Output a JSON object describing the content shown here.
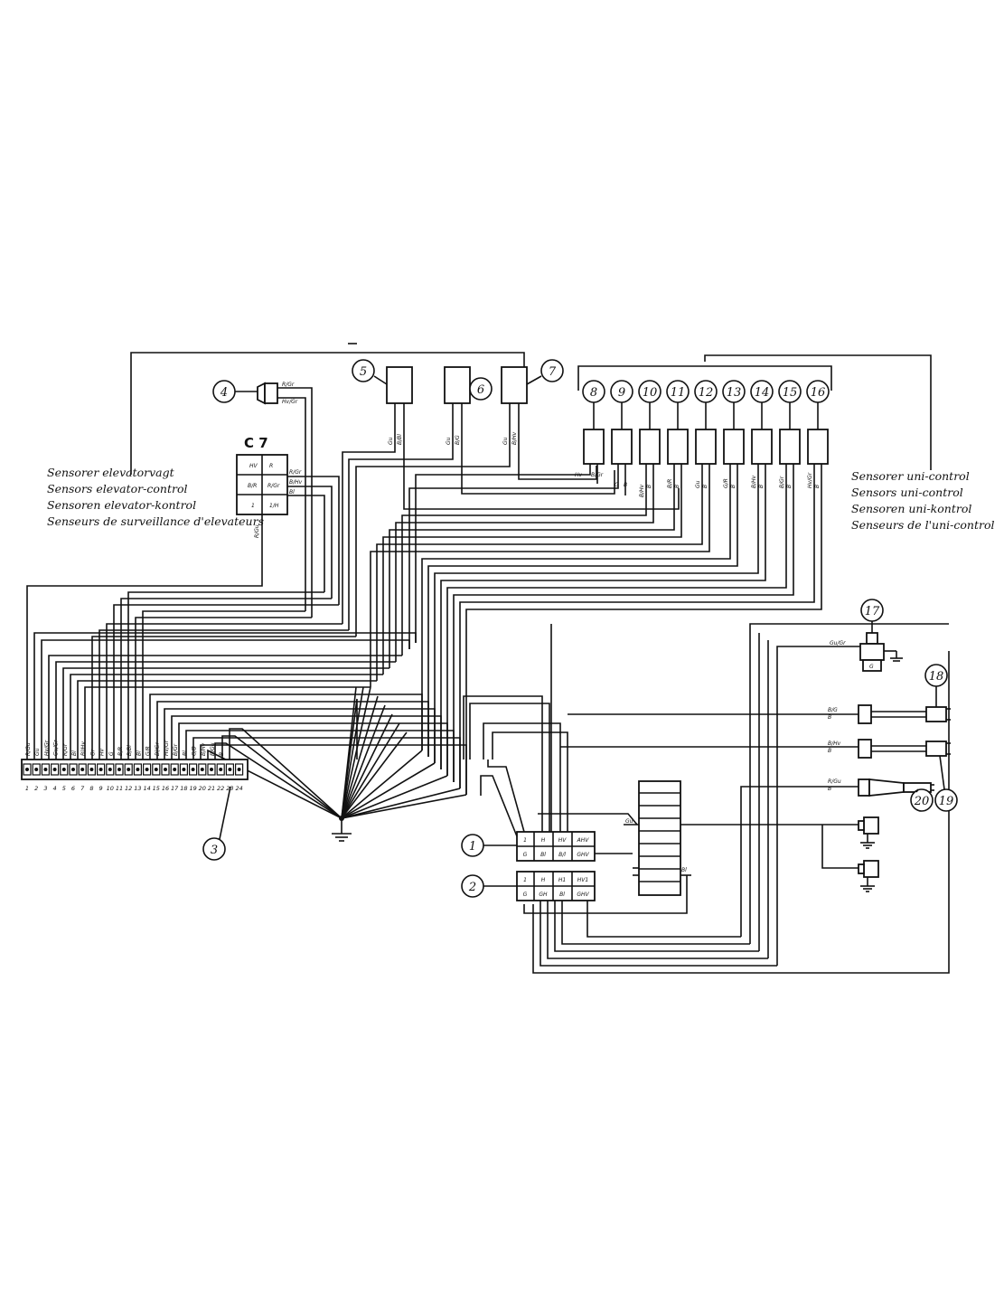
{
  "legend_left": [
    "Sensorer elevatorvagt",
    "Sensors elevator-control",
    "Sensoren elevator-kontrol",
    "Senseurs de surveillance d'elevateurs"
  ],
  "legend_right": [
    "Sensorer uni-control",
    "Sensors uni-control",
    "Sensoren uni-kontrol",
    "Senseurs de l'uni-control"
  ],
  "connector_title": "C 7",
  "callouts": {
    "c4": "4",
    "c5top": "5",
    "c6": "6",
    "c7": "7",
    "c8": "8",
    "c9": "9",
    "c10": "10",
    "c11": "11",
    "c12": "12",
    "c13": "13",
    "c14": "14",
    "c15": "15",
    "c16": "16",
    "c17": "17",
    "c18": "18",
    "c19": "19",
    "c20": "20",
    "c1": "1",
    "c2": "2",
    "c3": "3"
  },
  "terminal_numbers": [
    "1",
    "2",
    "3",
    "4",
    "5",
    "6",
    "7",
    "8",
    "9",
    "10",
    "11",
    "12",
    "13",
    "14",
    "15",
    "16",
    "17",
    "18",
    "19",
    "20",
    "21",
    "22",
    "23",
    "24"
  ],
  "strip_wire_labels": [
    "R/Gu",
    "Gu",
    "Hv/Gr",
    "Gu/Gr",
    "R/Gr",
    "Bl",
    "Bl/Hv",
    "Gr",
    "Hv",
    "G",
    "B/R",
    "B/Bl",
    "Bl",
    "G/R",
    "Bl/Gr",
    "Hv/Gr",
    "B/Gr",
    "Bl",
    "G/B",
    "B/Hv",
    "B/Gu",
    "B"
  ],
  "sensor_wire_labels": {
    "s5": [
      "Gu",
      "B/Bl"
    ],
    "s6": [
      "Gu",
      "B/G"
    ],
    "s7": [
      "Gu",
      "B/Hv"
    ],
    "s8": [
      "Hv",
      "B/Gr"
    ],
    "s9": [
      "G",
      "B"
    ],
    "s10": [
      "B/Hv",
      "B"
    ],
    "s11": [
      "B/R",
      "B"
    ],
    "s12": [
      "Gu",
      "B"
    ],
    "s13": [
      "G/R",
      "B"
    ],
    "s14": [
      "B/Hv",
      "B"
    ],
    "s15": [
      "B/Gr",
      "B"
    ],
    "s16": [
      "Hv/Gr",
      "B"
    ]
  },
  "c7_wire_labels": [
    "R/Gr",
    "B/Hv",
    "Bl",
    "R/Gu"
  ],
  "horn_wire_labels": [
    "R/Gr",
    "Hv/Gr"
  ],
  "right_wire_labels": [
    "B/G",
    "B",
    "B/Hv",
    "B",
    "R/Gu",
    "B",
    "Gu/Gr",
    "G",
    "Gu",
    "Bl"
  ],
  "block1_cells": [
    "1",
    "H",
    "HV",
    "AHV",
    "G",
    "Bl",
    "B/l",
    "GHV"
  ],
  "block2_cells": [
    "1",
    "H",
    "H1",
    "HV1",
    "G",
    "GH",
    "Bl",
    "GHV"
  ],
  "c7_cells": [
    "HV",
    "R",
    "B/R",
    "R/Gr",
    "1",
    "1/H"
  ]
}
